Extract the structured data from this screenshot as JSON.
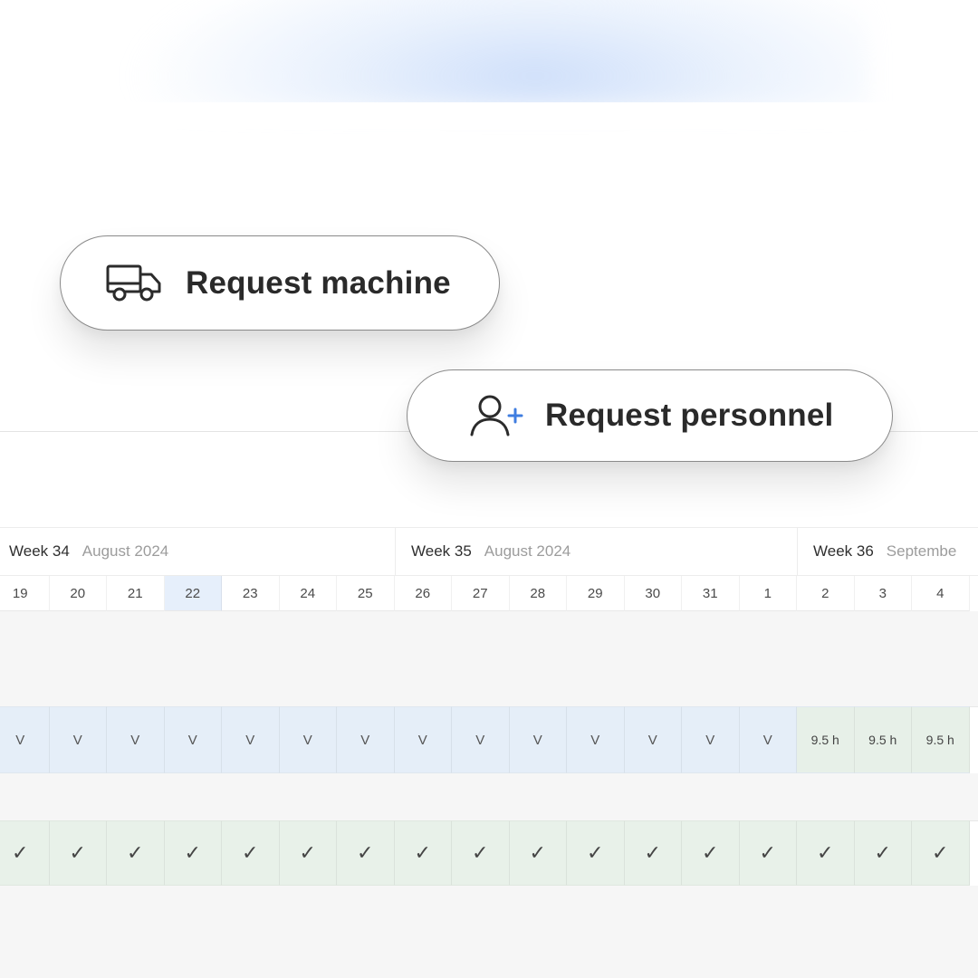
{
  "buttons": {
    "request_machine": {
      "label": "Request machine",
      "icon": "truck-icon"
    },
    "request_personnel": {
      "label": "Request personnel",
      "icon": "user-add-icon"
    }
  },
  "colors": {
    "accent_blue": "#3f7de0",
    "vacation_cell": "#e5eef8",
    "hours_cell": "#e7f0e8",
    "today_cell": "#e6effb"
  },
  "calendar": {
    "weeks": [
      {
        "week": "Week 34",
        "month": "August 2024"
      },
      {
        "week": "Week 35",
        "month": "August 2024"
      },
      {
        "week": "Week 36",
        "month": "Septembe"
      }
    ],
    "days": [
      "19",
      "20",
      "21",
      "22",
      "23",
      "24",
      "25",
      "26",
      "27",
      "28",
      "29",
      "30",
      "31",
      "1",
      "2",
      "3",
      "4"
    ],
    "today_day": "22",
    "availability_row": [
      "V",
      "V",
      "V",
      "V",
      "V",
      "V",
      "V",
      "V",
      "V",
      "V",
      "V",
      "V",
      "V",
      "V",
      "9.5 h",
      "9.5 h",
      "9.5 h"
    ],
    "check_row": [
      "✓",
      "✓",
      "✓",
      "✓",
      "✓",
      "✓",
      "✓",
      "✓",
      "✓",
      "✓",
      "✓",
      "✓",
      "✓",
      "✓",
      "✓",
      "✓",
      "✓"
    ]
  }
}
